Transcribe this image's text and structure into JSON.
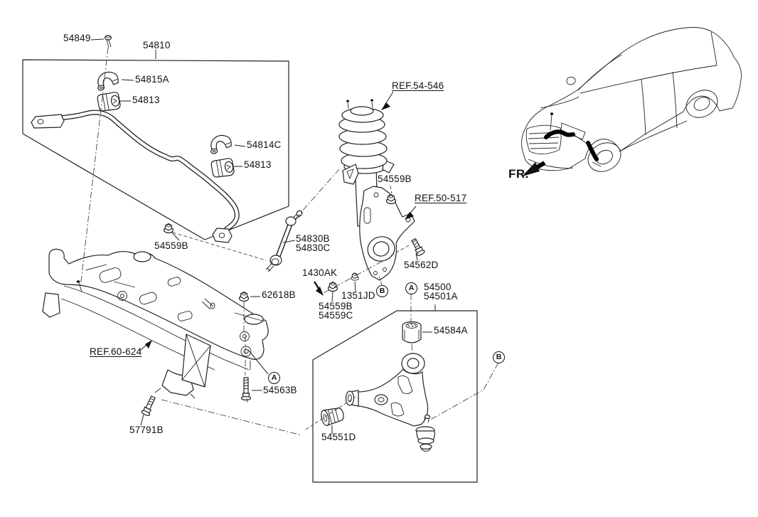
{
  "colors": {
    "background": "#ffffff",
    "line": "#222222",
    "highlight": "#000000"
  },
  "stabilizer_assembly": {
    "assembly": "54810",
    "mount_bolt": "54849",
    "bracket_front": "54815A",
    "bushing_front": "54813",
    "bracket_rear": "54814C",
    "bushing_rear": "54813",
    "link_nut": "54559B"
  },
  "strut_knuckle": {
    "ref_strut": "REF.54-546",
    "strut_nut": "54559B",
    "ref_knuckle": "REF.50-517",
    "stab_link": [
      "54830B",
      "54830C"
    ],
    "knuckle_bolt": "54562D",
    "washer_nut": "1351JD",
    "flange_nuts": [
      "54559B",
      "54559C"
    ],
    "position_arrow": "1430AK"
  },
  "crossmember": {
    "ref": "REF.60-624",
    "mount_nut": "62618B",
    "mount_bolt_rear": "54563B",
    "mount_bolt_front": "57791B"
  },
  "lower_arm": {
    "arm": [
      "54500",
      "54501A"
    ],
    "vertical_bushing": "54584A",
    "horizontal_bushing": "54551D"
  },
  "markers": {
    "a": "A",
    "b": "B"
  },
  "vehicle": {
    "front_label": "FR."
  },
  "icons": {
    "car": "sedan-outline",
    "hardware": [
      "bolt",
      "nut",
      "bushing",
      "bracket",
      "ball-joint"
    ]
  }
}
